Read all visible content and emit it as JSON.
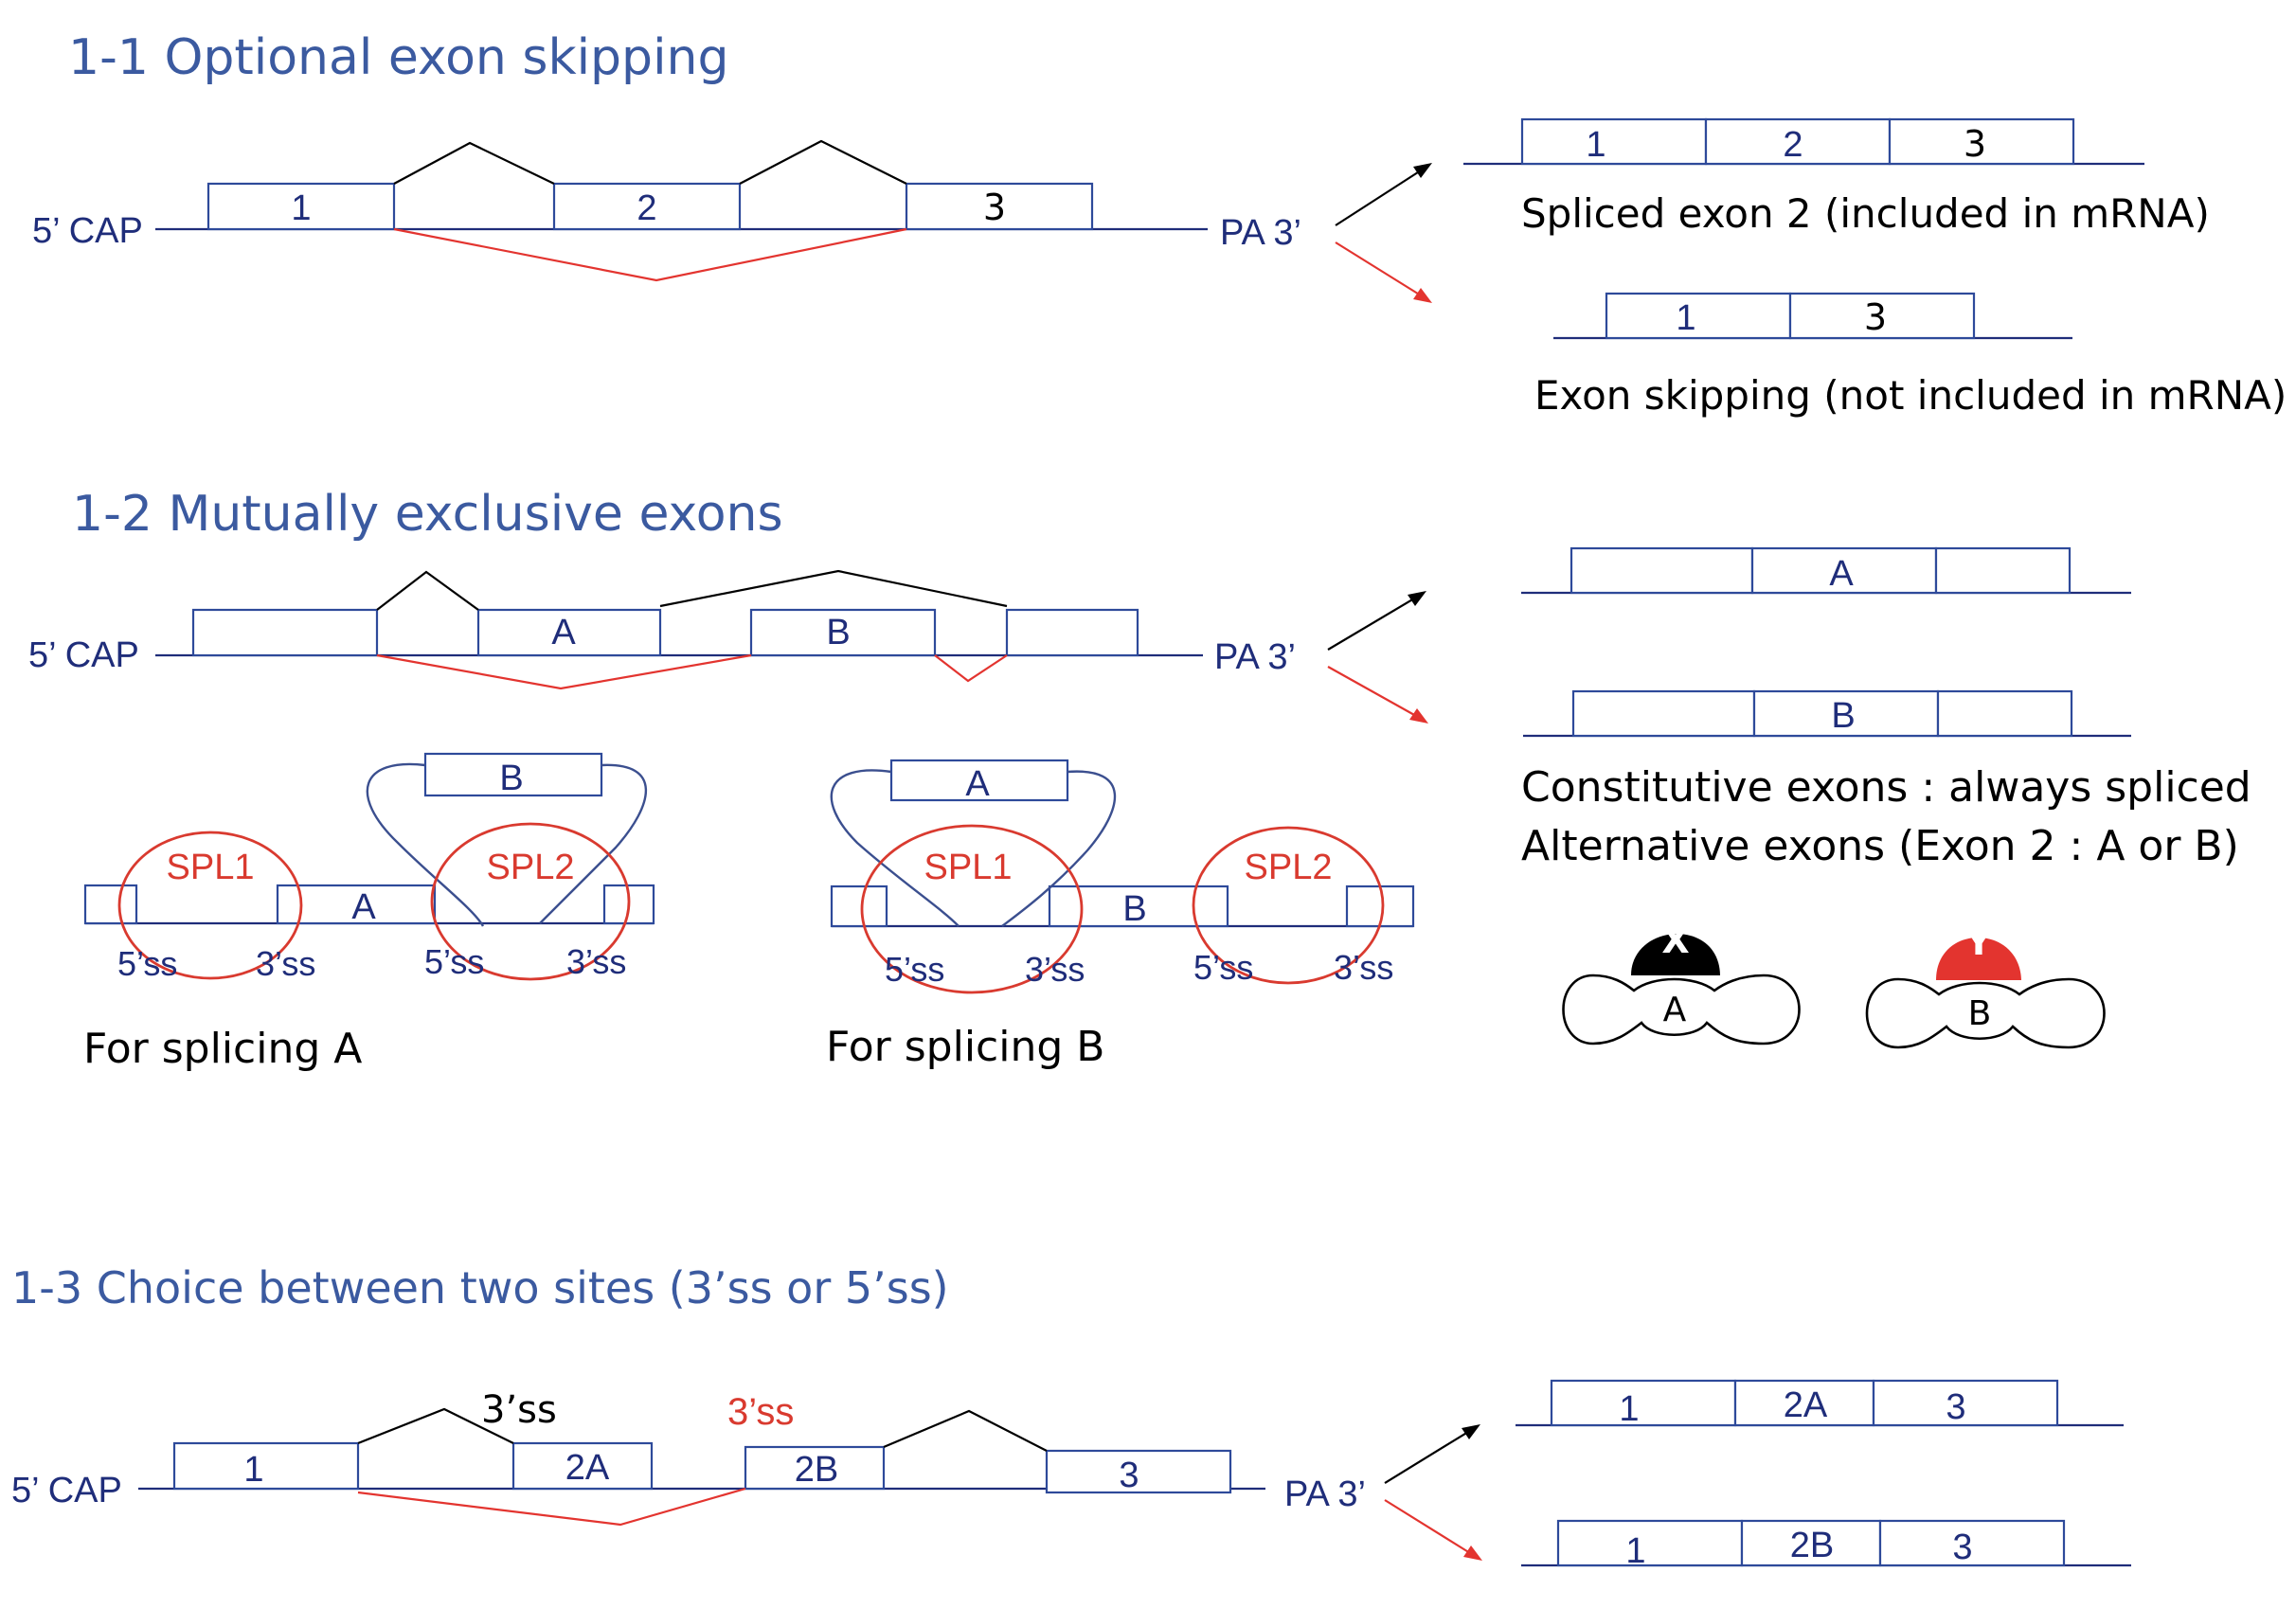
{
  "sections": {
    "s1_title": "1-1 Optional exon skipping",
    "s2_title": "1-2 Mutually exclusive exons",
    "s3_title": "1-3 Choice between two sites (3’ss or 5’ss)"
  },
  "labels": {
    "cap": "5’ CAP",
    "pa": "PA 3’",
    "ss5": "5’ss",
    "ss3": "3’ss",
    "spl1": "SPL1",
    "spl2": "SPL2"
  },
  "exons": {
    "e1": "1",
    "e2": "2",
    "e3": "3",
    "eA": "A",
    "eB": "B",
    "e2A": "2A",
    "e2B": "2B"
  },
  "captions": {
    "spliced_exon2": "Spliced exon 2 (included in mRNA)",
    "exon_skipping": "Exon skipping (not included in mRNA)",
    "constitutive": "Constitutive exons : always spliced",
    "alternative": "Alternative exons (Exon 2 :  A or B)",
    "for_splicing_a": "For splicing A",
    "for_splicing_b": "For splicing B"
  },
  "factors": {
    "x": "X",
    "y": "Y"
  },
  "colors": {
    "navy": "#1f2d7a",
    "heading": "#3b5aa0",
    "red": "#d93a2f",
    "box_stroke": "#2e4a9a"
  }
}
